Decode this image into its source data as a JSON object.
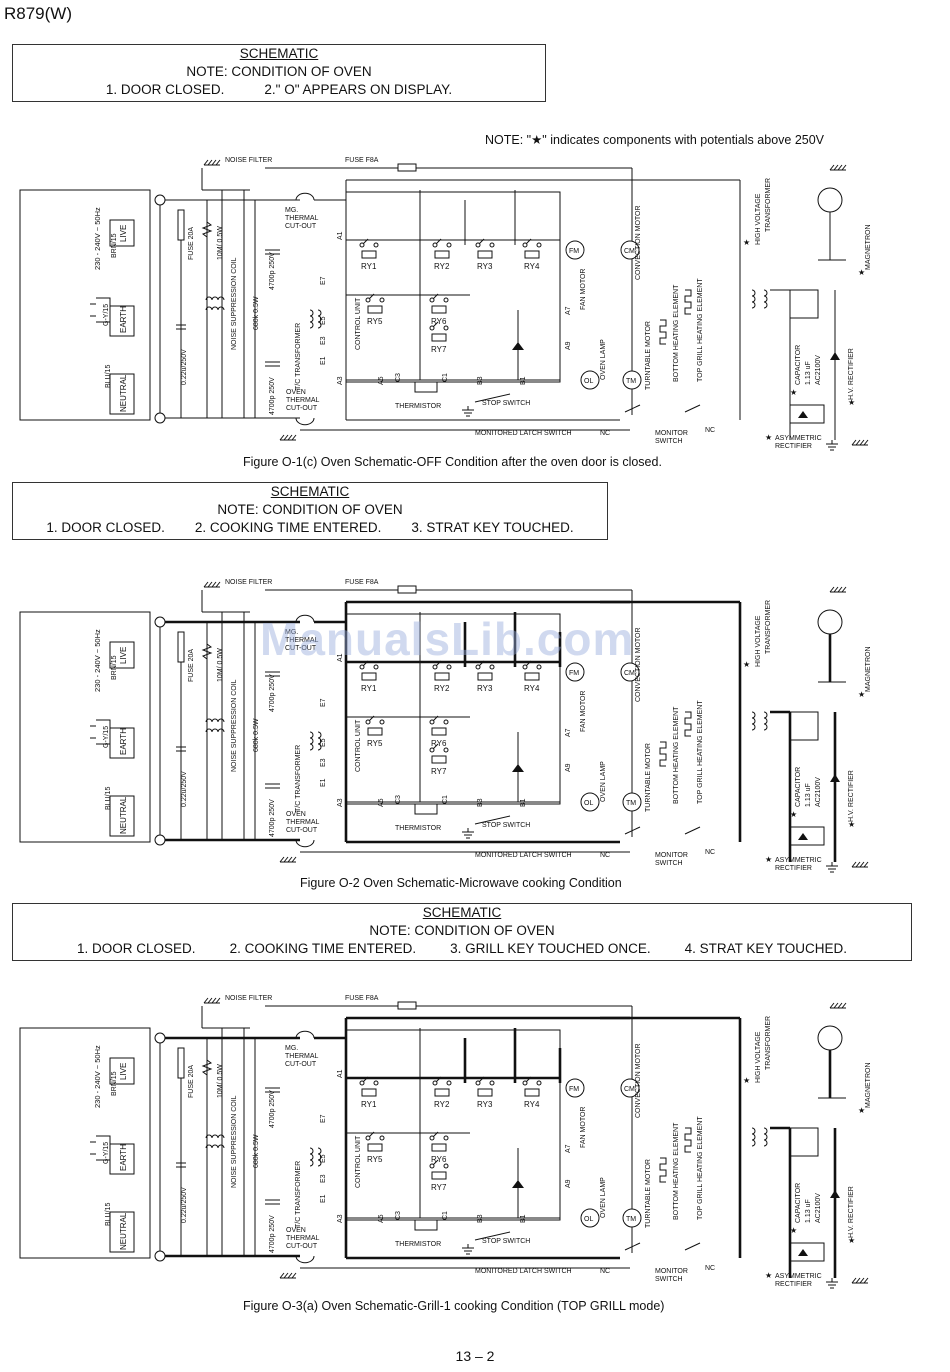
{
  "model": "R879(W)",
  "hv_note": "NOTE: \"★\" indicates components with potentials above 250V",
  "watermark": "ManualsLib.com",
  "page_number": "13 – 2",
  "boxes": [
    {
      "title": "SCHEMATIC",
      "note": "NOTE: CONDITION OF OVEN",
      "conditions": [
        "1. DOOR CLOSED.",
        "2.\" O\" APPEARS ON DISPLAY."
      ]
    },
    {
      "title": "SCHEMATIC",
      "note": "NOTE: CONDITION OF OVEN",
      "conditions": [
        "1. DOOR CLOSED.",
        "2. COOKING TIME ENTERED.",
        "3. STRAT KEY TOUCHED."
      ]
    },
    {
      "title": "SCHEMATIC",
      "note": "NOTE: CONDITION OF OVEN",
      "conditions": [
        "1. DOOR CLOSED.",
        "2. COOKING TIME ENTERED.",
        "3. GRILL KEY TOUCHED ONCE.",
        "4. STRAT KEY TOUCHED."
      ]
    }
  ],
  "captions": [
    "Figure O-1(c) Oven Schematic-OFF Condition after the oven door is closed.",
    "Figure O-2 Oven Schematic-Microwave cooking Condition",
    "Figure O-3(a) Oven Schematic-Grill-1 cooking Condition (TOP GRILL mode)"
  ],
  "labels": {
    "noise_filter": "NOISE FILTER",
    "fuse_f8a": "FUSE F8A",
    "mg_thermal": "MG. THERMAL CUT-OUT",
    "oven_thermal": "OVEN THERMAL CUT-OUT",
    "supply": "230 - 240V ~ 50Hz",
    "brn": "BRN/15",
    "blu": "BLU/15",
    "gy": "G-Y/15",
    "live": "LIVE",
    "earth": "EARTH",
    "neutral": "NEUTRAL",
    "fuse20a": "FUSE 20A",
    "cap022": "0.22u/250V",
    "res10m": "10M/ 0.5W",
    "noise_coil": "NOISE SUPPRESSION COIL",
    "res680k": "680k 0.5W",
    "cap4700_250": "4700p 250V",
    "cap4700_250b": "4700p 250V",
    "tc_transformer": "T/C TRANSFORMER",
    "control_unit": "CONTROL UNIT",
    "ry1": "RY1",
    "ry2": "RY2",
    "ry3": "RY3",
    "ry4": "RY4",
    "ry5": "RY5",
    "ry6": "RY6",
    "ry7": "RY7",
    "fm": "FM",
    "cm": "CM",
    "ol": "OL",
    "tm": "TM",
    "fan_motor": "FAN MOTOR",
    "convection_motor": "CONVECTION MOTOR",
    "oven_lamp": "OVEN LAMP",
    "turntable_motor": "TURNTABLE MOTOR",
    "bottom_heating": "BOTTOM HEATING ELEMENT",
    "top_grill": "TOP GRILL HEATING ELEMENT",
    "hv_transformer": "HIGH VOLTAGE TRANSFORMER",
    "magnetron": "MAGNETRON",
    "capacitor": "CAPACITOR 1.13 uF AC2100V",
    "hv_rectifier": "H.V. RECTIFIER",
    "asym_rectifier": "ASYMMETRIC RECTIFIER",
    "monitor_switch": "MONITOR SWITCH",
    "monitored_latch": "MONITORED LATCH SWITCH",
    "stop_switch": "STOP SWITCH",
    "thermistor": "THERMISTOR",
    "nc": "NC",
    "a1": "A1",
    "a3": "A3",
    "a5": "A5",
    "a7": "A7",
    "a9": "A9",
    "b1": "B1",
    "b3": "B3",
    "c1": "C1",
    "c3": "C3",
    "e1": "E1",
    "e3": "E3",
    "e5": "E5",
    "e7": "E7"
  }
}
